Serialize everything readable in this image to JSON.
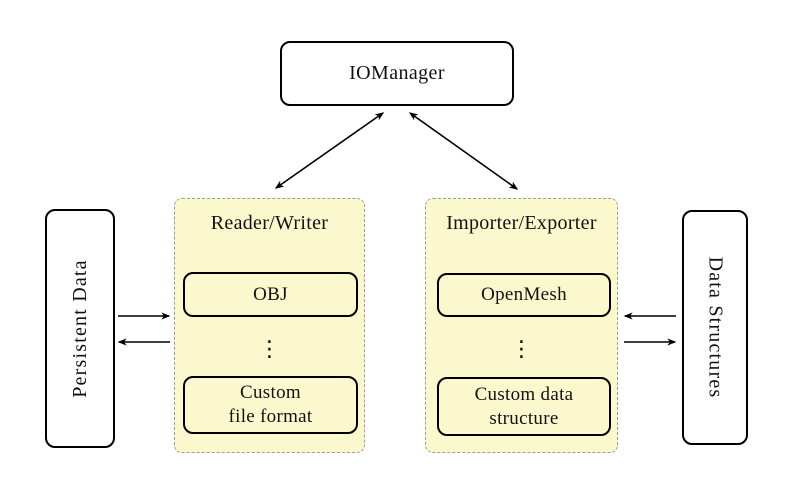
{
  "diagram": {
    "top_node": {
      "label": "IOManager"
    },
    "left_node": {
      "label": "Persistent Data"
    },
    "right_node": {
      "label": "Data Structures"
    },
    "reader_writer": {
      "title": "Reader/Writer",
      "top_item": "OBJ",
      "ellipsis": "⋮",
      "bottom_item_line1": "Custom",
      "bottom_item_line2": "file format"
    },
    "importer_exporter": {
      "title": "Importer/Exporter",
      "top_item": "OpenMesh",
      "ellipsis": "⋮",
      "bottom_item_line1": "Custom data",
      "bottom_item_line2": "structure"
    },
    "colors": {
      "group_fill": "#fcf8cd",
      "group_border": "#9a9a9a",
      "node_fill": "#ffffff",
      "line": "#000000"
    }
  }
}
